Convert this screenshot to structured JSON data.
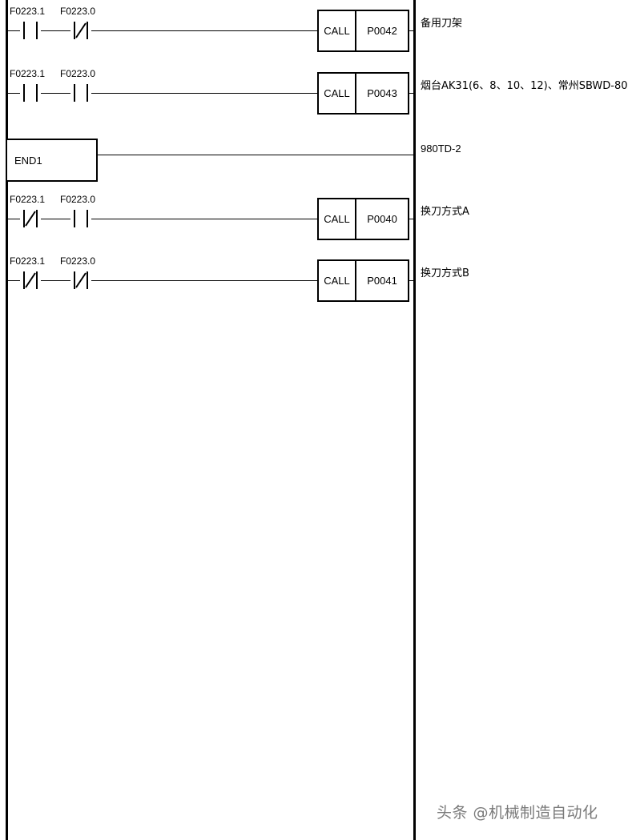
{
  "diagram": {
    "type": "ladder-logic",
    "rungs": [
      {
        "id": "rung-1",
        "contacts": [
          {
            "label": "F0223.1",
            "kind": "normally-open"
          },
          {
            "label": "F0223.0",
            "kind": "normally-closed"
          }
        ],
        "block": {
          "op": "CALL",
          "arg": "P0042"
        },
        "comment": "备用刀架"
      },
      {
        "id": "rung-2",
        "contacts": [
          {
            "label": "F0223.1",
            "kind": "normally-open"
          },
          {
            "label": "F0223.0",
            "kind": "normally-open"
          }
        ],
        "block": {
          "op": "CALL",
          "arg": "P0043"
        },
        "comment": "烟台AK31(6、8、10、12)、常州SBWD-80"
      },
      {
        "id": "rung-3",
        "contacts": [],
        "block": {
          "op": "END1",
          "arg": ""
        },
        "comment": "980TD-2"
      },
      {
        "id": "rung-4",
        "contacts": [
          {
            "label": "F0223.1",
            "kind": "normally-closed"
          },
          {
            "label": "F0223.0",
            "kind": "normally-open"
          }
        ],
        "block": {
          "op": "CALL",
          "arg": "P0040"
        },
        "comment": "换刀方式A"
      },
      {
        "id": "rung-5",
        "contacts": [
          {
            "label": "F0223.1",
            "kind": "normally-closed"
          },
          {
            "label": "F0223.0",
            "kind": "normally-closed"
          }
        ],
        "block": {
          "op": "CALL",
          "arg": "P0041"
        },
        "comment": "换刀方式B"
      }
    ],
    "watermark": "头条 @机械制造自动化",
    "colors": {
      "line": "#000000",
      "background": "#ffffff",
      "text": "#000000",
      "watermark": "#7a7a7a"
    }
  }
}
